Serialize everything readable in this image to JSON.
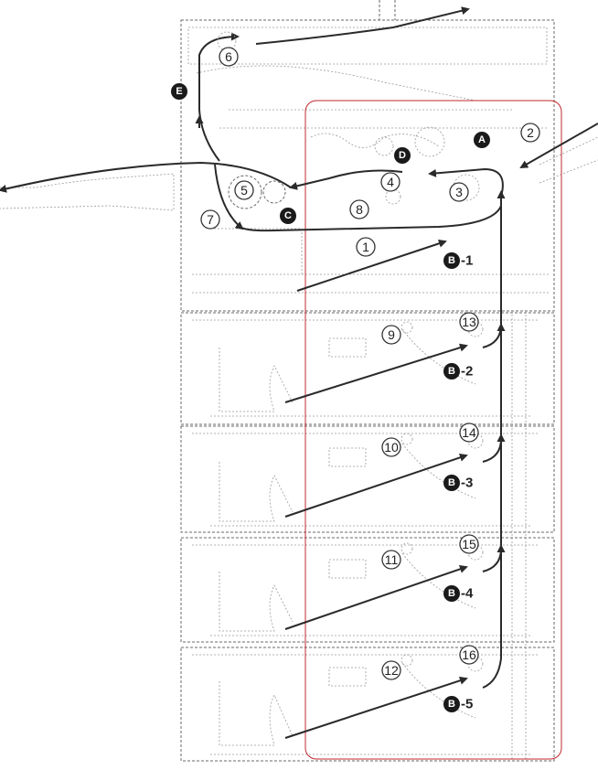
{
  "numbers": [
    "1",
    "2",
    "3",
    "4",
    "5",
    "6",
    "7",
    "8",
    "9",
    "10",
    "11",
    "12",
    "13",
    "14",
    "15",
    "16"
  ],
  "letters": {
    "A": "A",
    "B": "B",
    "C": "C",
    "D": "D",
    "E": "E"
  },
  "feed_suffixes": [
    "-1",
    "-2",
    "-3",
    "-4",
    "-5"
  ],
  "colors": {
    "highlight_box": "#c0282e",
    "paper_path": "#2a2a2a",
    "outline": "#6a6a6a"
  }
}
